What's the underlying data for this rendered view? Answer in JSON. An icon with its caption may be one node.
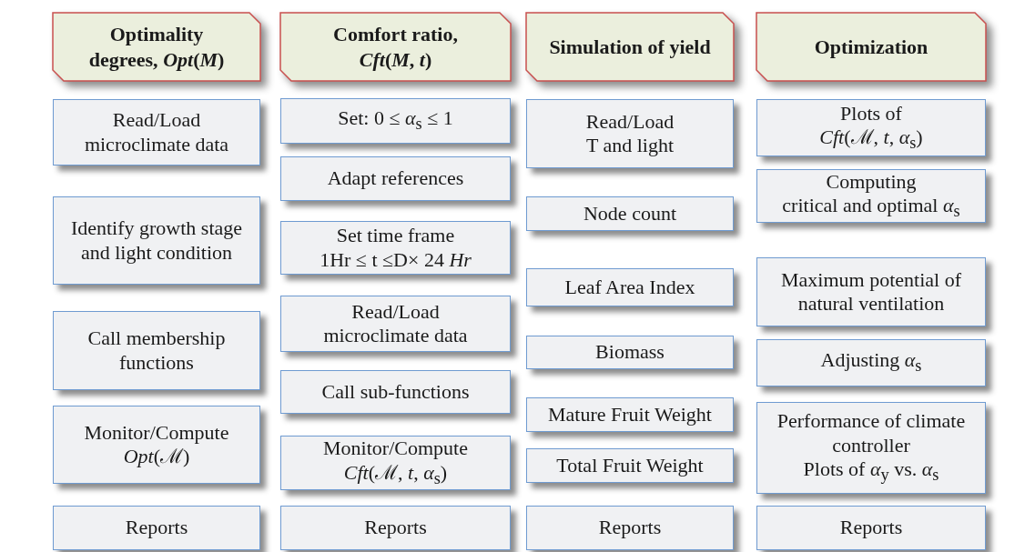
{
  "diagram": {
    "nodes": [
      {
        "text": [
          "Optimality degrees, *Opt*(*M*)"
        ]
      },
      {
        "text": [
          "Read/Load microclimate data"
        ]
      },
      {
        "text": [
          "Identify growth stage and light condition"
        ]
      },
      {
        "text": [
          "Call membership functions"
        ]
      },
      {
        "text": [
          "Monitor/Compute *Opt*(ℳ)"
        ]
      },
      {
        "text": [
          "Reports"
        ]
      },
      {
        "text": [
          "Comfort ratio, *Cft*(*M*, *t*)"
        ]
      },
      {
        "text": [
          "Set: 0 ≤ *α*$_{s}$ ≤ 1"
        ]
      },
      {
        "text": [
          "Adapt references"
        ]
      },
      {
        "text": [
          "Set time frame",
          "1Hr ≤ t ≤D× 24 *Hr*"
        ]
      },
      {
        "text": [
          "Read/Load microclimate data"
        ]
      },
      {
        "text": [
          "Call sub-functions"
        ]
      },
      {
        "text": [
          "Monitor/Compute *Cft*(ℳ, *t*, *α*$_{s}$)"
        ]
      },
      {
        "text": [
          "Reports"
        ]
      },
      {
        "text": [
          "Simulation of yield"
        ]
      },
      {
        "text": [
          "Read/Load",
          "T and light"
        ]
      },
      {
        "text": [
          "Node count"
        ]
      },
      {
        "text": [
          "Leaf Area Index"
        ]
      },
      {
        "text": [
          "Biomass"
        ]
      },
      {
        "text": [
          "Mature Fruit Weight"
        ]
      },
      {
        "text": [
          "Total Fruit Weight"
        ]
      },
      {
        "text": [
          "Reports"
        ]
      },
      {
        "text": [
          "Optimization"
        ]
      },
      {
        "text": [
          "Plots of",
          "*Cft*(ℳ, *t*, *α*$_{s}$)"
        ]
      },
      {
        "text": [
          "Computing",
          "critical and optimal *α*$_{s}$"
        ]
      },
      {
        "text": [
          "Maximum potential of natural ventilation"
        ]
      },
      {
        "text": [
          "Adjusting *α*$_{s}$"
        ]
      },
      {
        "text": [
          "Performance of climate controller",
          "Plots of *α*$_{y}$ vs. *α*$_{s}$"
        ]
      },
      {
        "text": [
          "Reports"
        ]
      }
    ]
  }
}
